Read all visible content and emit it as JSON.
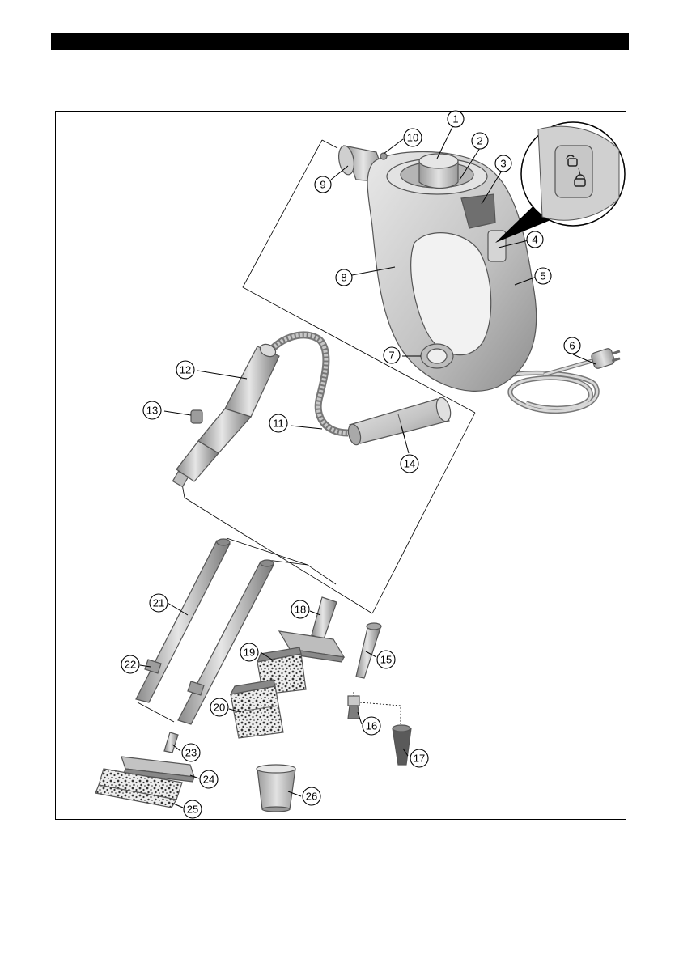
{
  "figure": {
    "callouts": [
      {
        "id": "1"
      },
      {
        "id": "2"
      },
      {
        "id": "3"
      },
      {
        "id": "4"
      },
      {
        "id": "5"
      },
      {
        "id": "6"
      },
      {
        "id": "7"
      },
      {
        "id": "8"
      },
      {
        "id": "9"
      },
      {
        "id": "10"
      },
      {
        "id": "11"
      },
      {
        "id": "12"
      },
      {
        "id": "13"
      },
      {
        "id": "14"
      },
      {
        "id": "15"
      },
      {
        "id": "16"
      },
      {
        "id": "17"
      },
      {
        "id": "18"
      },
      {
        "id": "19"
      },
      {
        "id": "20"
      },
      {
        "id": "21"
      },
      {
        "id": "22"
      },
      {
        "id": "23"
      },
      {
        "id": "24"
      },
      {
        "id": "25"
      },
      {
        "id": "26"
      }
    ]
  },
  "colors": {
    "body": "#c9c9c9",
    "body_dark": "#8e8e8e",
    "body_light": "#e4e4e4",
    "outline": "#555555"
  },
  "icons": [
    "unlock-icon",
    "lock-icon"
  ]
}
